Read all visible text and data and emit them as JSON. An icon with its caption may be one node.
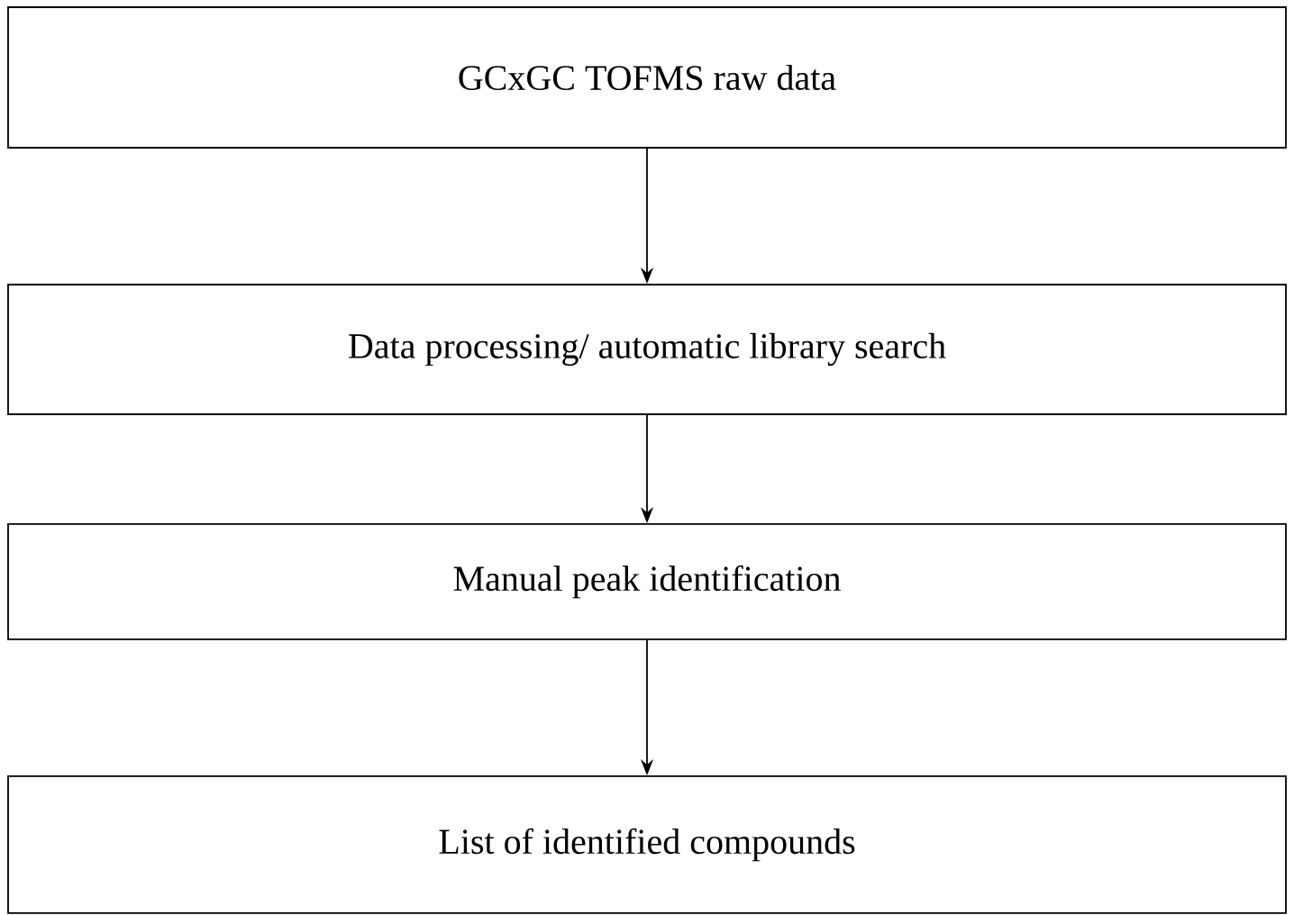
{
  "diagram": {
    "nodes": [
      {
        "text": [
          "GCxGC TOFMS raw data"
        ]
      },
      {
        "text": [
          "Data processing/ automatic library search"
        ]
      },
      {
        "text": [
          "Manual peak identification"
        ]
      },
      {
        "text": [
          "List of identified compounds"
        ]
      }
    ],
    "edges": [
      {
        "from": 0,
        "to": 1,
        "arrow": "to"
      },
      {
        "from": 1,
        "to": 2,
        "arrow": "to"
      },
      {
        "from": 2,
        "to": 3,
        "arrow": "to"
      }
    ]
  }
}
